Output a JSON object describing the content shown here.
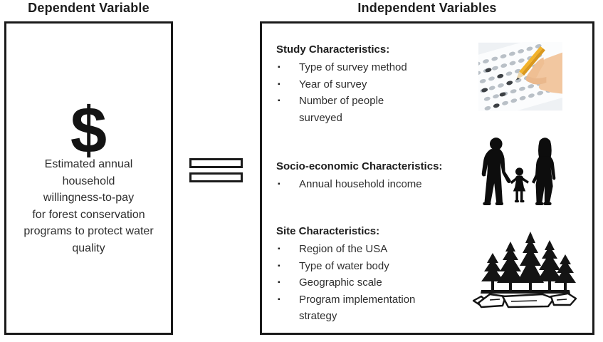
{
  "colors": {
    "border": "#1a1a1a",
    "text": "#2e2e2e",
    "background": "#ffffff",
    "silhouette_black": "#0d0d0d",
    "pencil_yellow": "#f3b32b",
    "skin_tone": "#f2c7a0"
  },
  "left": {
    "title": "Dependent Variable",
    "dollar_symbol": "$",
    "description": "Estimated annual\nhousehold\nwillingness-to-pay\nfor forest conservation\nprograms to protect water\nquality"
  },
  "equals": {
    "meaning": "equals"
  },
  "right": {
    "title": "Independent Variables",
    "bullet_glyph": "▪",
    "sections": [
      {
        "header": "Study Characteristics:",
        "items": [
          "Type of survey method",
          "Year of survey",
          "Number of people\nsurveyed"
        ]
      },
      {
        "header": "Socio-economic Characteristics:",
        "items": [
          "Annual household income"
        ]
      },
      {
        "header": "Site Characteristics:",
        "items": [
          "Region of the USA",
          "Type of water body",
          "Geographic scale",
          "Program implementation\nstrategy"
        ]
      }
    ],
    "images": [
      {
        "name": "survey-photo",
        "alt": "Hand with pencil filling out a survey answer sheet"
      },
      {
        "name": "family-silhouette",
        "alt": "Silhouette of two adults holding hands with a child"
      },
      {
        "name": "forest-illustration",
        "alt": "Pine trees growing on rocks"
      }
    ]
  }
}
